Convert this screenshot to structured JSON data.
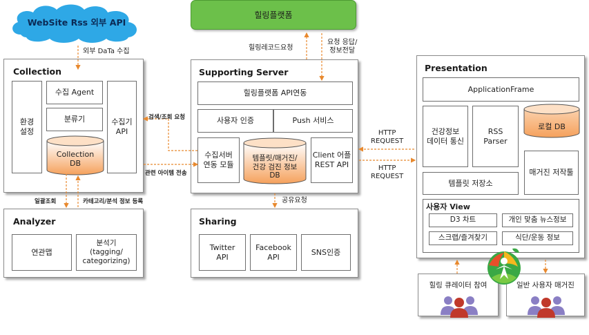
{
  "cloud": {
    "label": "WebSite Rss 외부 API"
  },
  "healing_platform": {
    "label": "힐링플랫폼"
  },
  "collection": {
    "title": "Collection",
    "env_settings": "환경\n설정",
    "collect_agent": "수집 Agent",
    "classifier": "분류기",
    "collector_api": "수집기\nAPI",
    "collection_db": "Collection\nDB"
  },
  "supporting_server": {
    "title": "Supporting Server",
    "api_link": "힐링플랫폼 API연동",
    "user_auth": "사용자 인증",
    "push_service": "Push 서비스",
    "collector_link": "수집서버\n연동 모듈",
    "template_db": "템플릿/매거진/\n건강 검진 정보\nDB",
    "client_rest_api": "Client 어플\nREST API"
  },
  "presentation": {
    "title": "Presentation",
    "app_frame": "ApplicationFrame",
    "health_data_comm": "건강정보\n데이터 통신",
    "rss_parser": "RSS\nParser",
    "local_db": "로컬 DB",
    "template_store": "템플릿 저장소",
    "magazine_writer": "매거진 저작툴",
    "user_view": {
      "title": "사용자 View",
      "d3_chart": "D3 차트",
      "custom_news": "개인 맞춤 뉴스정보",
      "scrap_favorites": "스크랩/즐겨찾기",
      "diet_exercise": "식단/운동 정보"
    }
  },
  "analyzer": {
    "title": "Analyzer",
    "related_map": "연관맵",
    "analyzer_box": "분석기\n(tagging/\ncategorizing)"
  },
  "sharing": {
    "title": "Sharing",
    "twitter": "Twitter\nAPI",
    "facebook": "Facebook\nAPI",
    "sns_auth": "SNS인증"
  },
  "users": {
    "curator": "힐링 큐레이터 참여",
    "general": "일반 사용자 매거진"
  },
  "edge_labels": {
    "external_data": "외부 DaTa 수집",
    "healing_record": "힐링레코드요청",
    "response_info": "요청 응답/\n정보전달",
    "search_request": "검색/조회 요청",
    "related_items": "관련 아이템 전송",
    "http_request_1": "HTTP\nREQUEST",
    "http_request_2": "HTTP\nREQUEST",
    "share_request": "공유요청",
    "batch_query": "일괄조회",
    "category_register": "카테고리/분석  정보 등록"
  },
  "colors": {
    "cloud": "#2ea8e6",
    "healing_platform": "#6cc04a",
    "db_orange": "#f5a15c",
    "arrow": "#e8892e",
    "panel_border": "#8a8a8a"
  }
}
